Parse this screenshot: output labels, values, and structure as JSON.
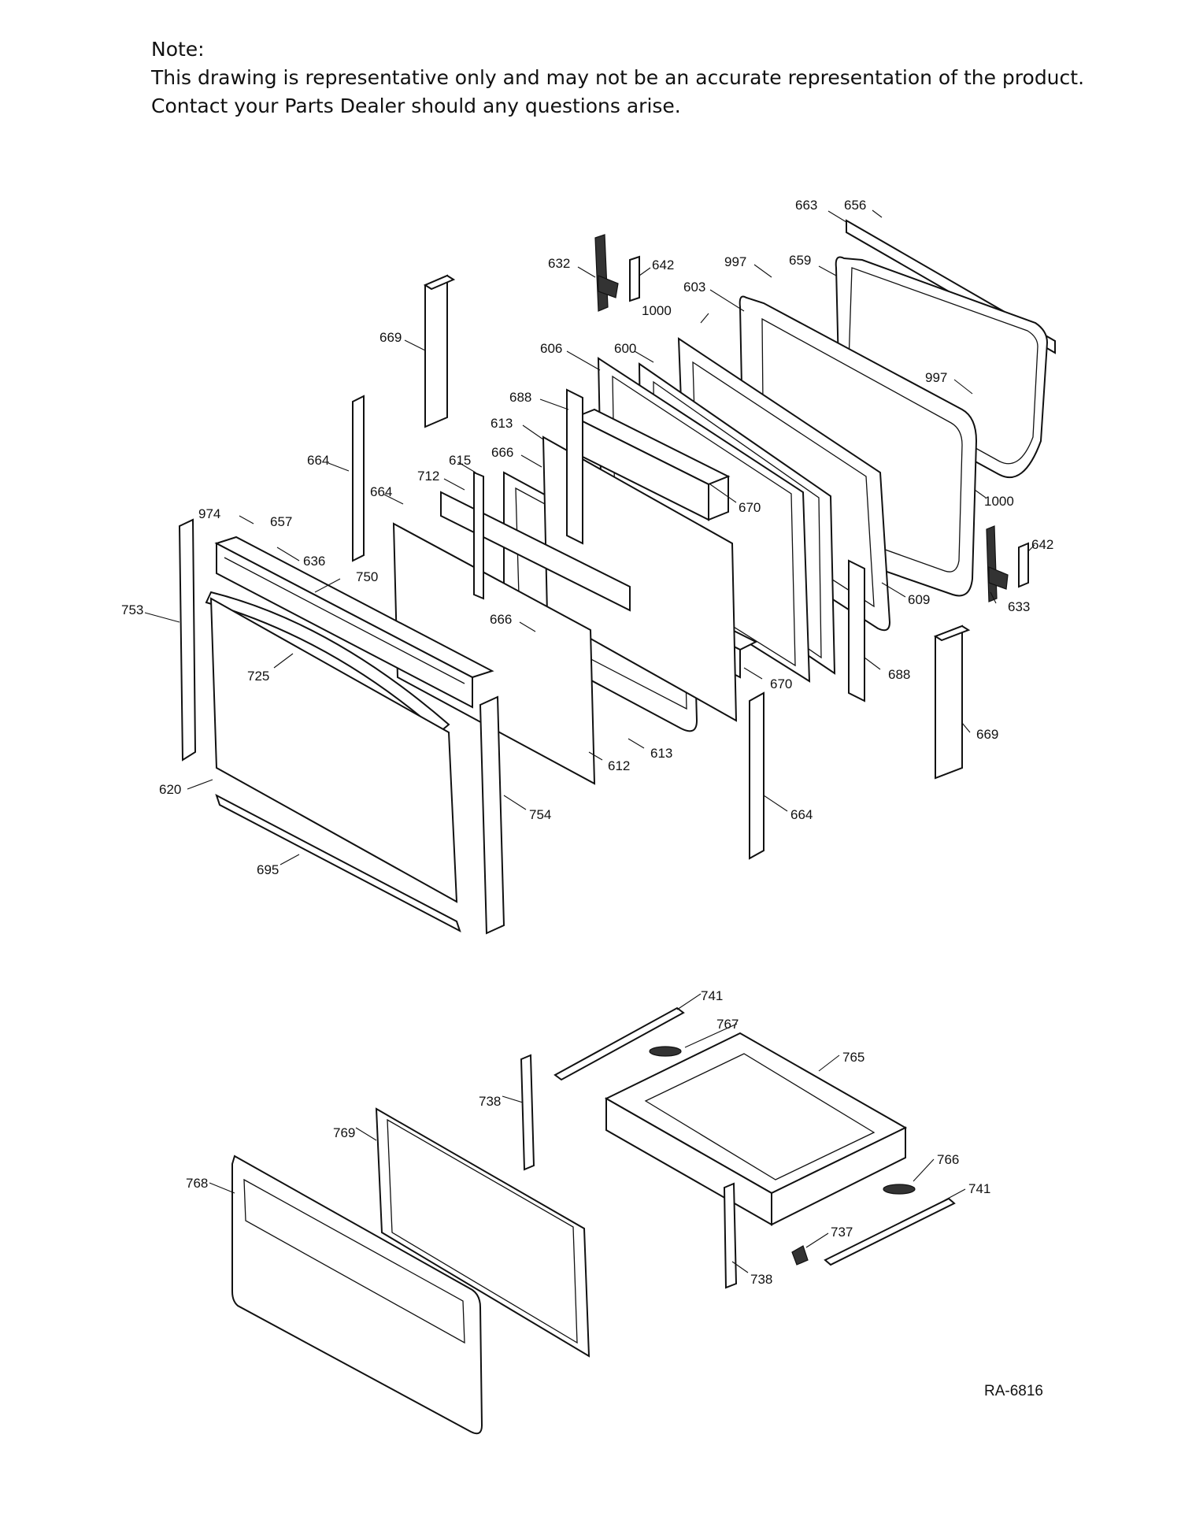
{
  "note": {
    "heading": "Note:",
    "line1": "This drawing is representative only and may not be an accurate representation of the product.",
    "line2": "Contact your Parts Dealer should any questions arise."
  },
  "diagram_code": "RA-6816",
  "callouts": [
    "663",
    "656",
    "632",
    "642",
    "997",
    "659",
    "603",
    "1000",
    "669",
    "606",
    "600",
    "997",
    "688",
    "613",
    "666",
    "664",
    "615",
    "712",
    "670",
    "1000",
    "974",
    "657",
    "664",
    "642",
    "636",
    "750",
    "609",
    "633",
    "753",
    "666",
    "688",
    "670",
    "725",
    "669",
    "613",
    "612",
    "620",
    "754",
    "664",
    "695",
    "741",
    "767",
    "765",
    "738",
    "769",
    "766",
    "768",
    "741",
    "737",
    "738"
  ]
}
